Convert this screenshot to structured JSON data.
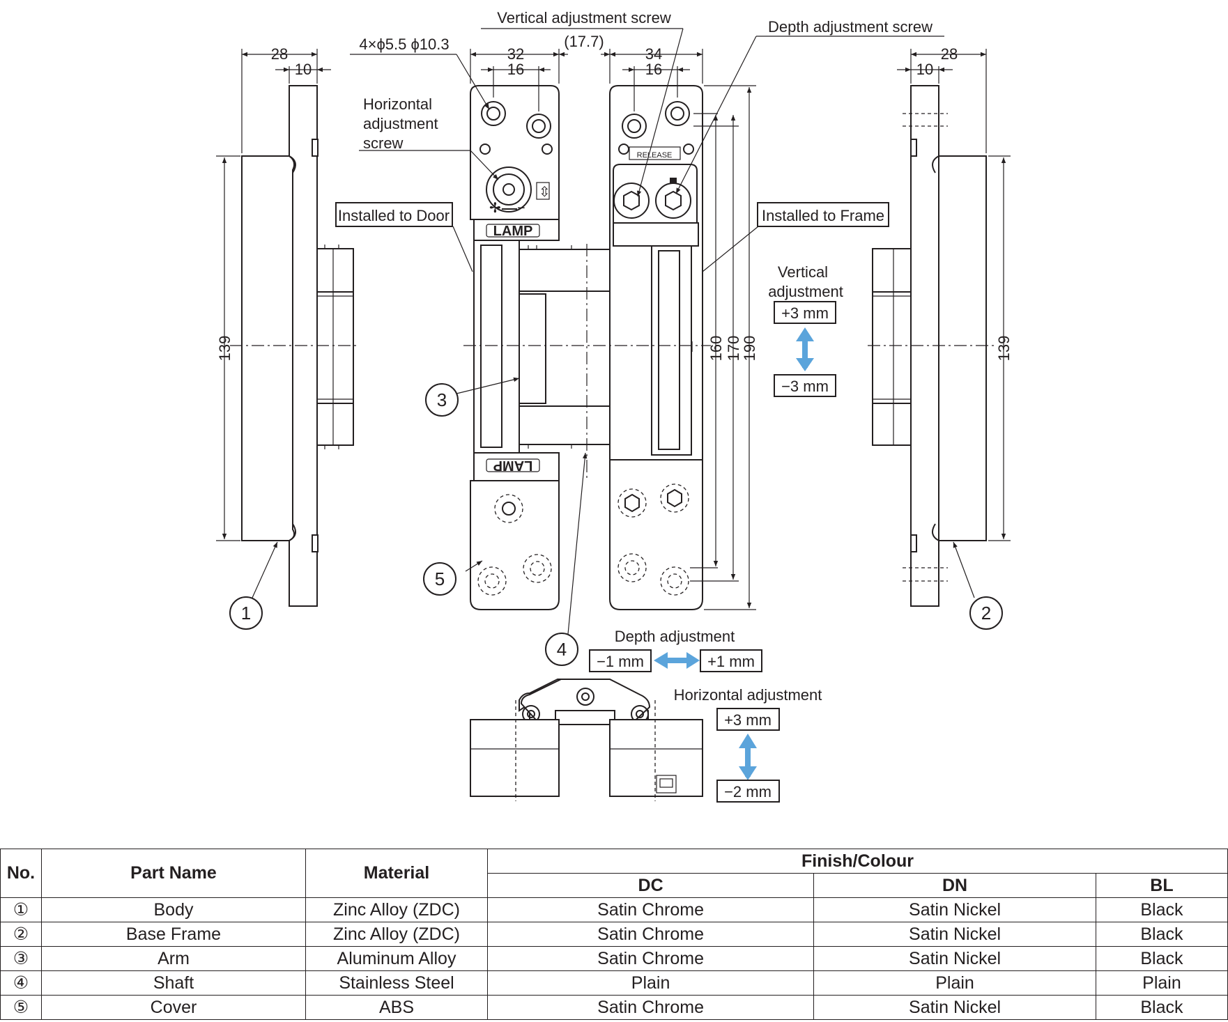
{
  "dimensions": {
    "hole_spec": "4×ϕ5.5 ϕ10.3",
    "d28_left": "28",
    "d10_left": "10",
    "d32": "32",
    "d16_left": "16",
    "d17_7": "(17.7)",
    "d34": "34",
    "d16_right": "16",
    "d28_right": "28",
    "d10_right": "10",
    "d139_left": "139",
    "d139_right": "139",
    "d160": "160",
    "d170": "170",
    "d190": "190"
  },
  "labels": {
    "vertical_screw": "Vertical adjustment screw",
    "depth_screw": "Depth adjustment screw",
    "horizontal_screw": [
      "Horizontal",
      "adjustment",
      "screw"
    ],
    "installed_door": "Installed to Door",
    "installed_frame": "Installed to Frame",
    "lamp_top": "LAMP",
    "lamp_bottom": "LAMP",
    "release": "RELEASE",
    "vertical_adj": [
      "Vertical",
      "adjustment"
    ],
    "vert_plus": "+3 mm",
    "vert_minus": "−3 mm",
    "depth_adj": "Depth adjustment",
    "depth_minus": "−1 mm",
    "depth_plus": "+1 mm",
    "horizontal_adj": "Horizontal adjustment",
    "horiz_plus": "+3 mm",
    "horiz_minus": "−2 mm"
  },
  "callouts": {
    "c1": "1",
    "c2": "2",
    "c3": "3",
    "c4": "4",
    "c5": "5"
  },
  "colors": {
    "line": "#231f20",
    "arrow": "#5ba4db"
  },
  "table": {
    "headers": {
      "no": "No.",
      "part": "Part Name",
      "material": "Material",
      "finish": "Finish/Colour",
      "dc": "DC",
      "dn": "DN",
      "bl": "BL"
    },
    "rows": [
      {
        "no": "①",
        "part": "Body",
        "material": "Zinc Alloy (ZDC)",
        "dc": "Satin Chrome",
        "dn": "Satin Nickel",
        "bl": "Black"
      },
      {
        "no": "②",
        "part": "Base Frame",
        "material": "Zinc Alloy (ZDC)",
        "dc": "Satin Chrome",
        "dn": "Satin Nickel",
        "bl": "Black"
      },
      {
        "no": "③",
        "part": "Arm",
        "material": "Aluminum Alloy",
        "dc": "Satin Chrome",
        "dn": "Satin Nickel",
        "bl": "Black"
      },
      {
        "no": "④",
        "part": "Shaft",
        "material": "Stainless Steel",
        "dc": "Plain",
        "dn": "Plain",
        "bl": "Plain"
      },
      {
        "no": "⑤",
        "part": "Cover",
        "material": "ABS",
        "dc": "Satin Chrome",
        "dn": "Satin Nickel",
        "bl": "Black"
      }
    ]
  }
}
